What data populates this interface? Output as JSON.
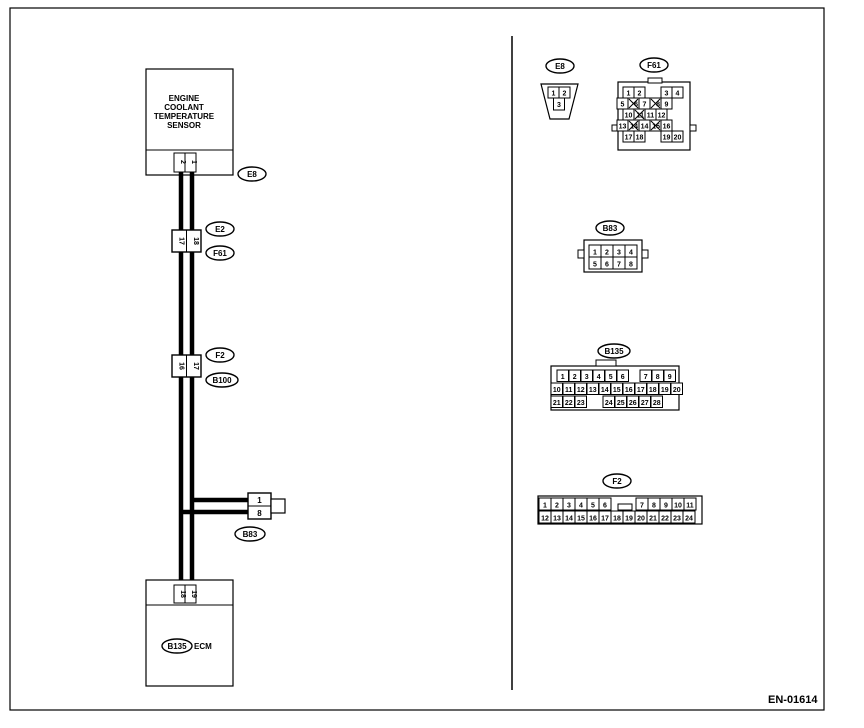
{
  "figure_id": "EN-01614",
  "sensor": {
    "lines": [
      "ENGINE",
      "COOLANT",
      "TEMPERATURE",
      "SENSOR"
    ],
    "pins": [
      "2",
      "1"
    ],
    "connector": "E8"
  },
  "joint_1": {
    "pins": [
      "17",
      "18"
    ],
    "labels": [
      "E2",
      "F61"
    ]
  },
  "joint_2": {
    "pins": [
      "16",
      "17"
    ],
    "labels": [
      "F2",
      "B100"
    ]
  },
  "branch": {
    "pins": [
      "1",
      "8"
    ],
    "label": "B83"
  },
  "ecm": {
    "pins": [
      "18",
      "19"
    ],
    "connector": "B135",
    "name": "ECM"
  },
  "views": {
    "e8": {
      "label": "E8",
      "pins": [
        "1",
        "2",
        "3"
      ]
    },
    "f61": {
      "label": "F61",
      "pins": [
        "1",
        "2",
        "3",
        "4",
        "5",
        "6",
        "7",
        "8",
        "9",
        "10",
        "11",
        "12",
        "13",
        "14",
        "15",
        "16",
        "17",
        "18",
        "19",
        "20"
      ]
    },
    "b83": {
      "label": "B83",
      "pins": [
        "1",
        "2",
        "3",
        "4",
        "5",
        "6",
        "7",
        "8"
      ]
    },
    "b135": {
      "label": "B135",
      "pins": [
        "1",
        "2",
        "3",
        "4",
        "5",
        "6",
        "7",
        "8",
        "9",
        "10",
        "11",
        "12",
        "13",
        "14",
        "15",
        "16",
        "17",
        "18",
        "19",
        "20",
        "21",
        "22",
        "23",
        "24",
        "25",
        "26",
        "27",
        "28"
      ]
    },
    "f2": {
      "label": "F2",
      "pins": [
        "1",
        "2",
        "3",
        "4",
        "5",
        "6",
        "7",
        "8",
        "9",
        "10",
        "11",
        "12",
        "13",
        "14",
        "15",
        "16",
        "17",
        "18",
        "19",
        "20",
        "21",
        "22",
        "23",
        "24"
      ]
    }
  }
}
